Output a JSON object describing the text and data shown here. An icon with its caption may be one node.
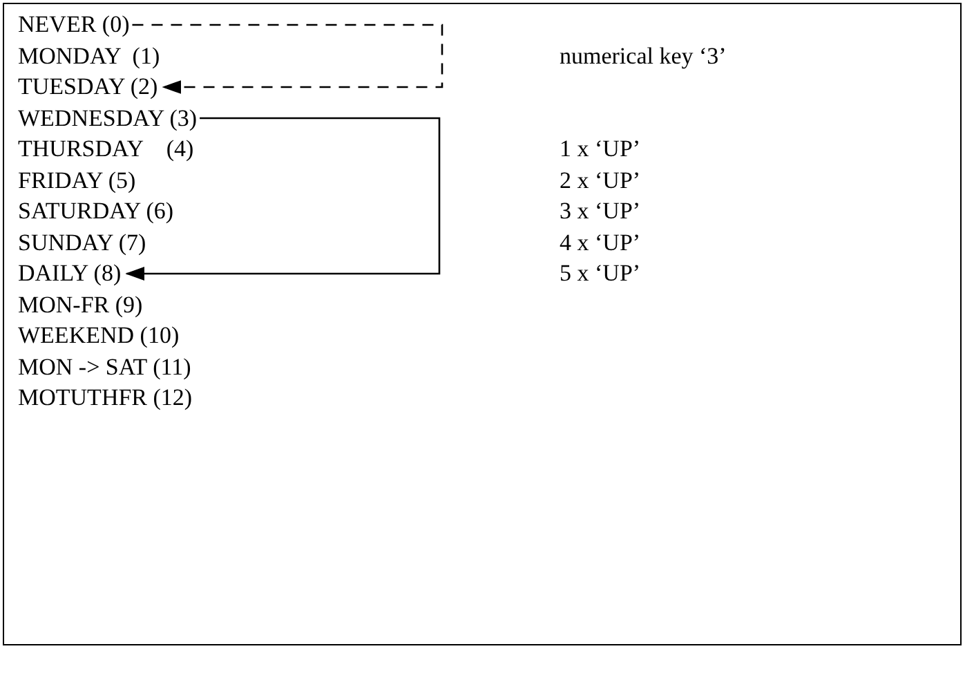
{
  "diagram": {
    "nodes": [
      {
        "text": [
          "NEVER (0)"
        ]
      },
      {
        "text": [
          "MONDAY  (1)"
        ]
      },
      {
        "text": [
          "TUESDAY (2)"
        ]
      },
      {
        "text": [
          "WEDNESDAY (3)"
        ]
      },
      {
        "text": [
          "THURSDAY    (4)"
        ]
      },
      {
        "text": [
          "FRIDAY (5)"
        ]
      },
      {
        "text": [
          "SATURDAY (6)"
        ]
      },
      {
        "text": [
          "SUNDAY (7)"
        ]
      },
      {
        "text": [
          "DAILY (8)"
        ]
      },
      {
        "text": [
          "MON-FR (9)"
        ]
      },
      {
        "text": [
          "WEEKEND (10)"
        ]
      },
      {
        "text": [
          "MON -> SAT (11)"
        ]
      },
      {
        "text": [
          "MOTUTHFR (12)"
        ]
      }
    ],
    "edges": [
      {
        "from": 0,
        "to": 2,
        "arrow": "to",
        "style": "dashed"
      },
      {
        "from": 3,
        "to": 8,
        "arrow": "to"
      }
    ],
    "labels": [
      "numerical key ‘3’",
      "1 x ‘UP’",
      "2 x ‘UP’",
      "3 x ‘UP’",
      "4 x ‘UP’",
      "5 x ‘UP’"
    ]
  }
}
